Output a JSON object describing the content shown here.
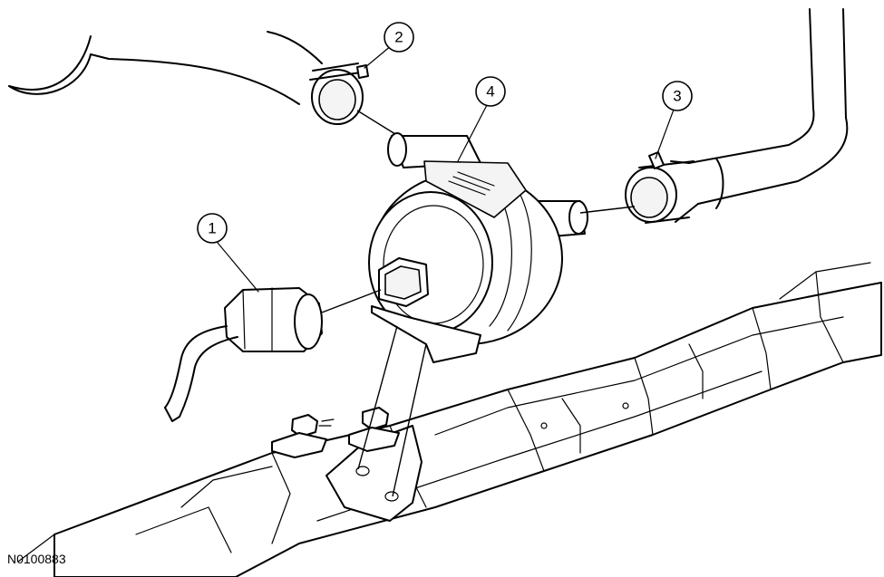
{
  "callouts": [
    {
      "id": "1",
      "label": "1"
    },
    {
      "id": "2",
      "label": "2"
    },
    {
      "id": "3",
      "label": "3"
    },
    {
      "id": "4",
      "label": "4"
    }
  ],
  "figure_id": "N0100883"
}
